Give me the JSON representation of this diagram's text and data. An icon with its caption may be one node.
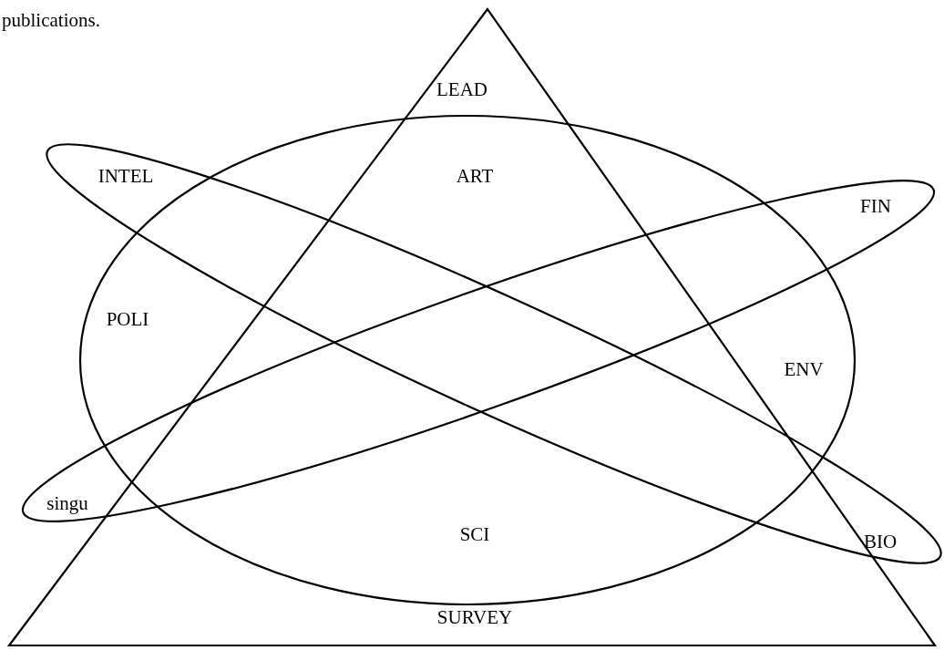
{
  "diagram": {
    "labels": [
      "publications.",
      "LEAD",
      "ART",
      "INTEL",
      "FIN",
      "POLI",
      "ENV",
      "singu",
      "SCI",
      "BIO",
      "SURVEY"
    ]
  }
}
